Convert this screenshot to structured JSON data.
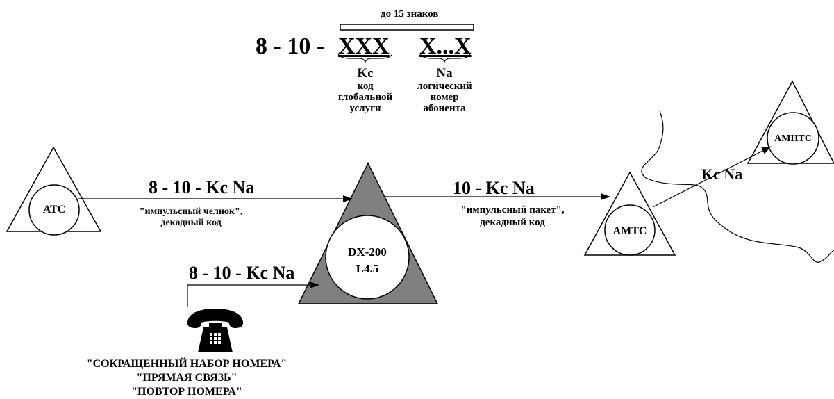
{
  "number_format": {
    "digits_note": "до 15 знаков",
    "prefix": "8 - 10 -",
    "service_code": "XXX",
    "subscriber_number": "X...X",
    "kc": {
      "abbr": "Kc",
      "description": [
        "код",
        "глобальной",
        "услуги"
      ]
    },
    "na": {
      "abbr": "Na",
      "description": [
        "логический",
        "номер",
        "абонента"
      ]
    }
  },
  "nodes": {
    "local_exchange": "АТС",
    "switch_line1": "DX-200",
    "switch_line2": "L4.5",
    "toll_exchange": "АМТС",
    "intl_exchange": "АМНТС"
  },
  "links": {
    "ats_to_dx": {
      "dialed": "8 - 10 - Kc Na",
      "signaling": [
        "\"импульсный челнок\",",
        "декадный код"
      ]
    },
    "dx_to_amts": {
      "dialed": "10 - Kc Na",
      "signaling": [
        "\"импульсный пакет\",",
        "декадный код"
      ]
    },
    "phone_to_dx": {
      "dialed": "8 - 10 - Kc Na"
    },
    "amts_to_amnts": {
      "dialed": "Kc Na"
    }
  },
  "phone_services": [
    "\"СОКРАЩЕННЫЙ НАБОР НОМЕРА\"",
    "\"ПРЯМАЯ СВЯЗЬ\"",
    "\"ПОВТОР НОМЕРА\""
  ],
  "colors": {
    "switch_fill": "#808080",
    "line": "#000000",
    "background": "#ffffff"
  }
}
